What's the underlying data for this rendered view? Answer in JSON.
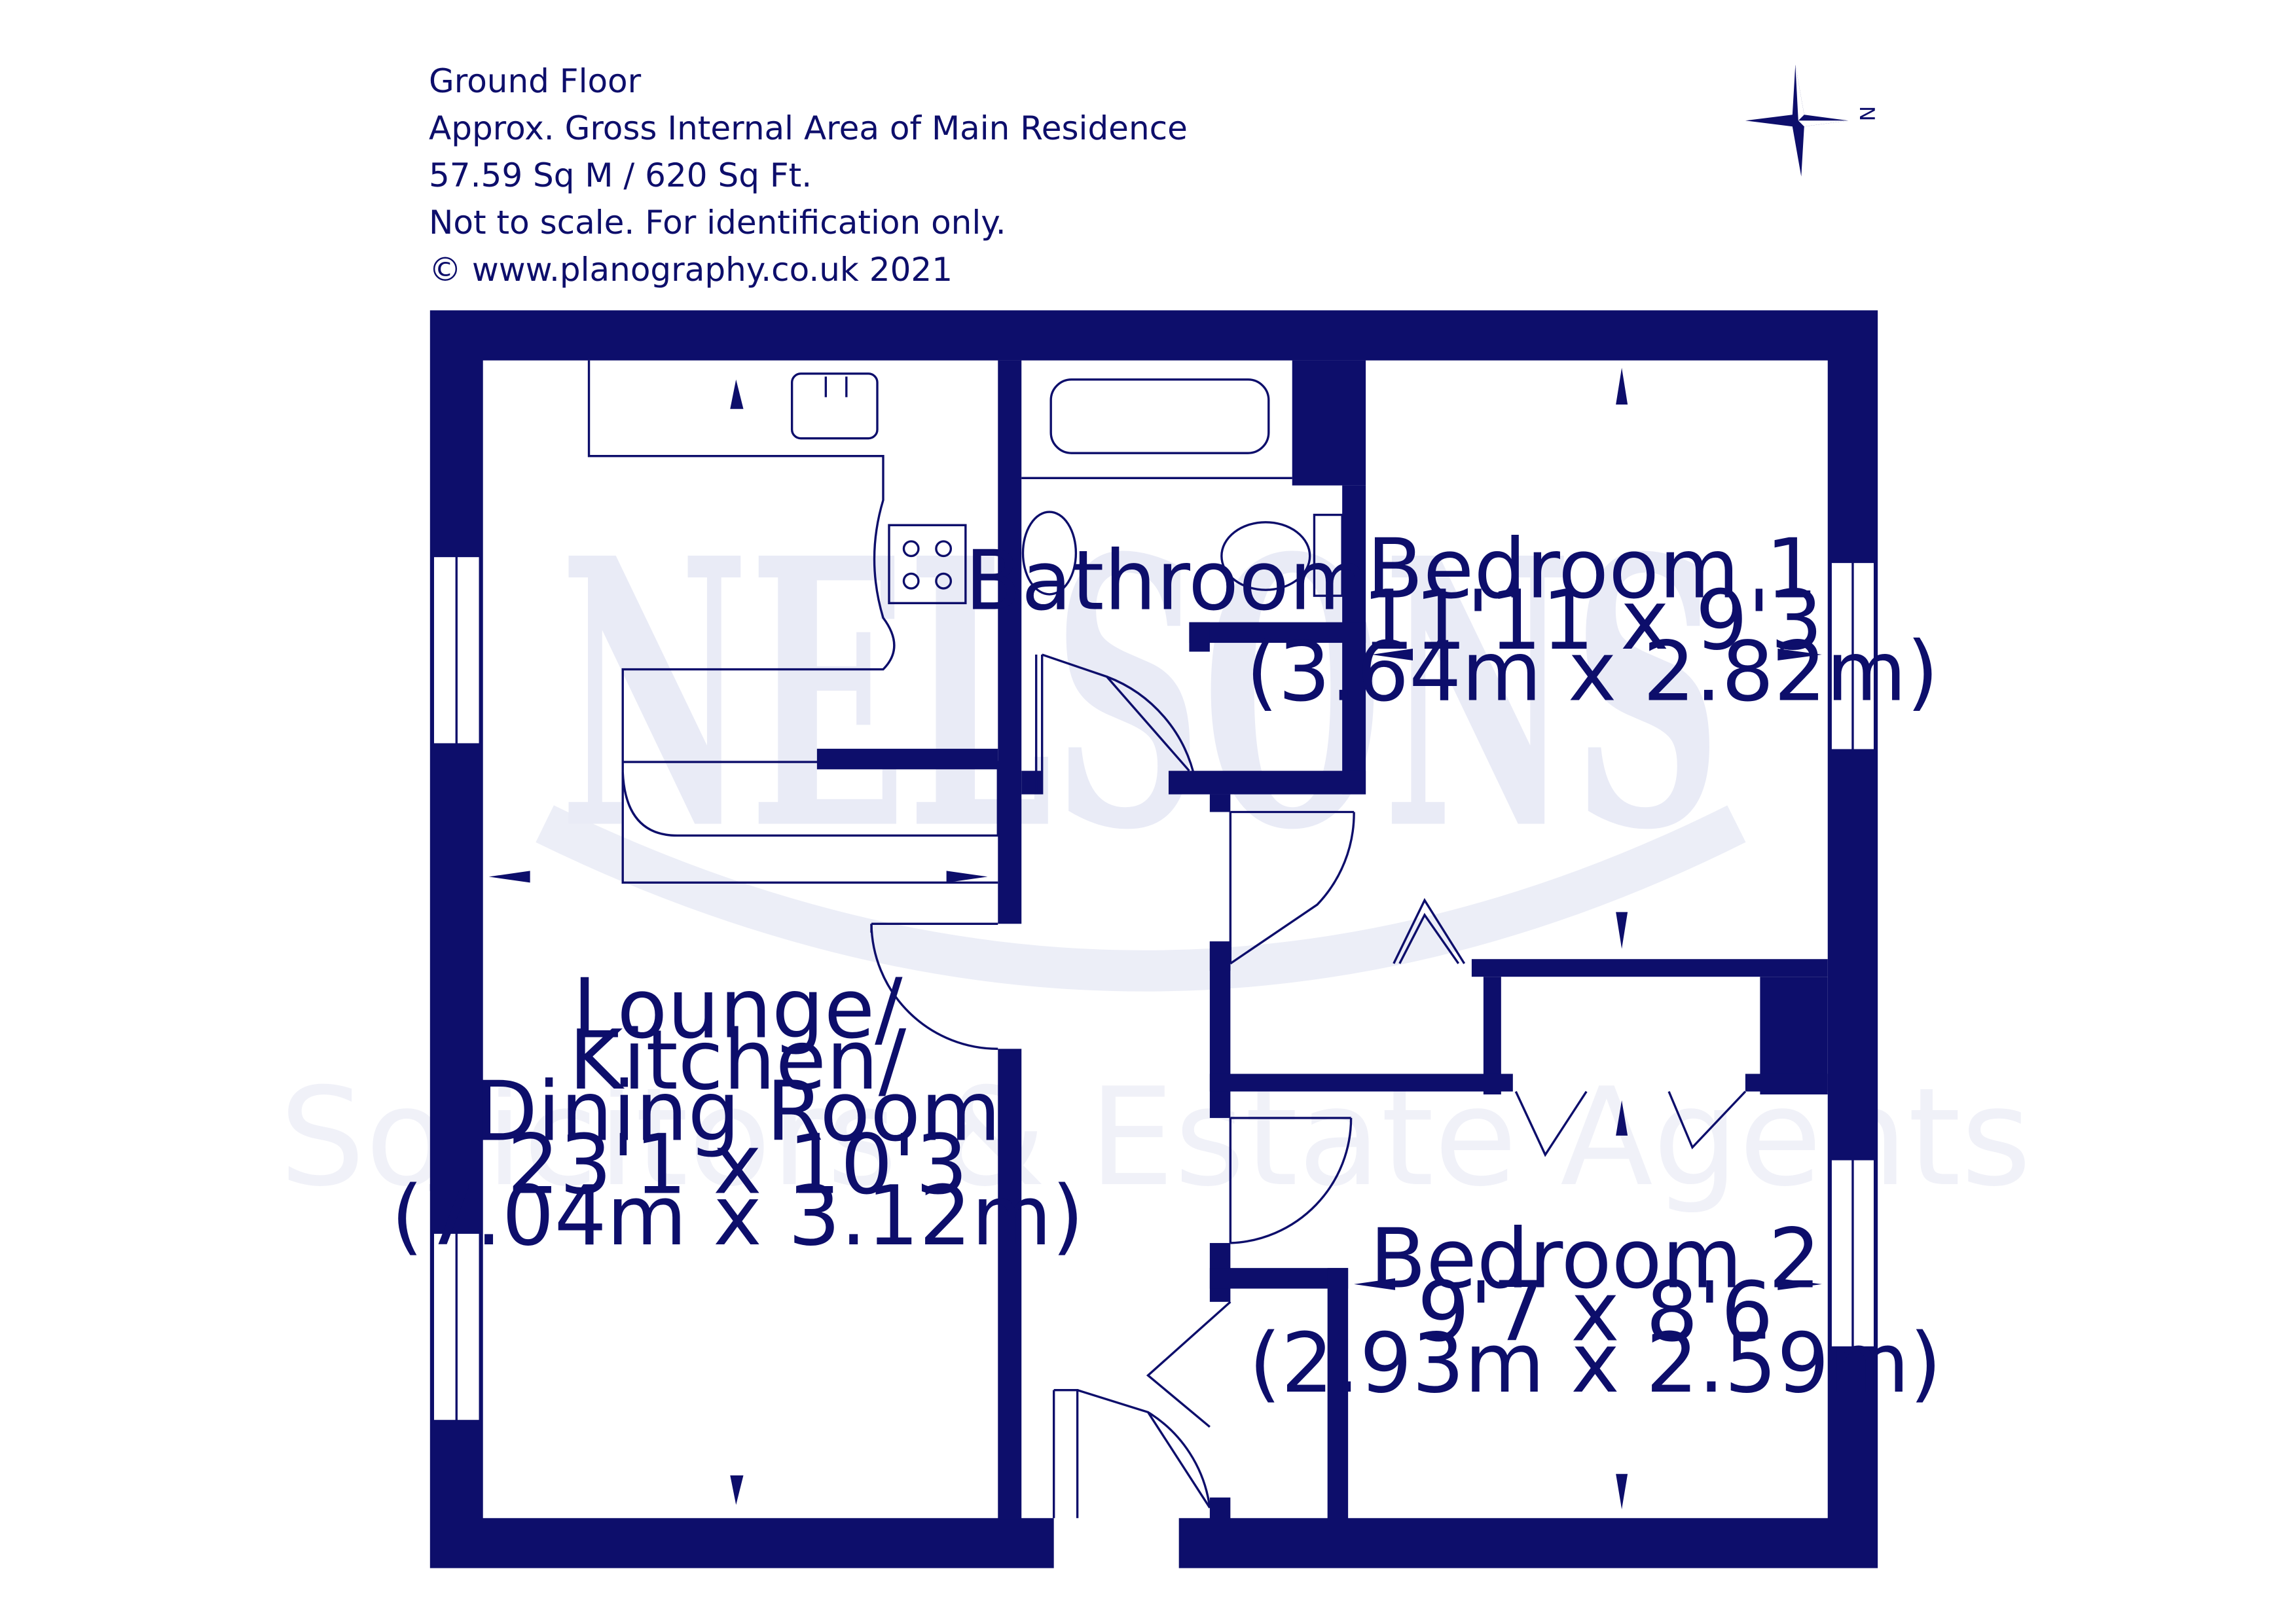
{
  "header": {
    "floor": "Ground Floor",
    "area_title": "Approx. Gross Internal Area of Main Residence",
    "area_value": "57.59 Sq M / 620 Sq Ft.",
    "disclaimer": "Not to scale. For identification only.",
    "copyright": "© www.planography.co.uk 2021"
  },
  "compass": {
    "label": "N",
    "icon": "compass-rose-icon"
  },
  "watermark": {
    "brand": "NELSONS",
    "tagline": "Solicitors & Estate Agents"
  },
  "rooms": {
    "lounge": {
      "name_l1": "Lounge/",
      "name_l2": "Kitchen/",
      "name_l3": "Dining Room",
      "imperial": "23'1 x 10'3",
      "metric": "(7.04m x 3.12m)"
    },
    "bathroom": {
      "name": "Bathroom"
    },
    "bedroom1": {
      "name": "Bedroom 1",
      "imperial": "11'11 x 9'3",
      "metric": "(3.64m x 2.82m)"
    },
    "bedroom2": {
      "name": "Bedroom 2",
      "imperial": "9'7 x 8'6",
      "metric": "(2.93m x 2.59m)"
    }
  },
  "colors": {
    "wall": "#0d0e6b",
    "watermark": "#e9ebf6",
    "background": "#ffffff"
  }
}
